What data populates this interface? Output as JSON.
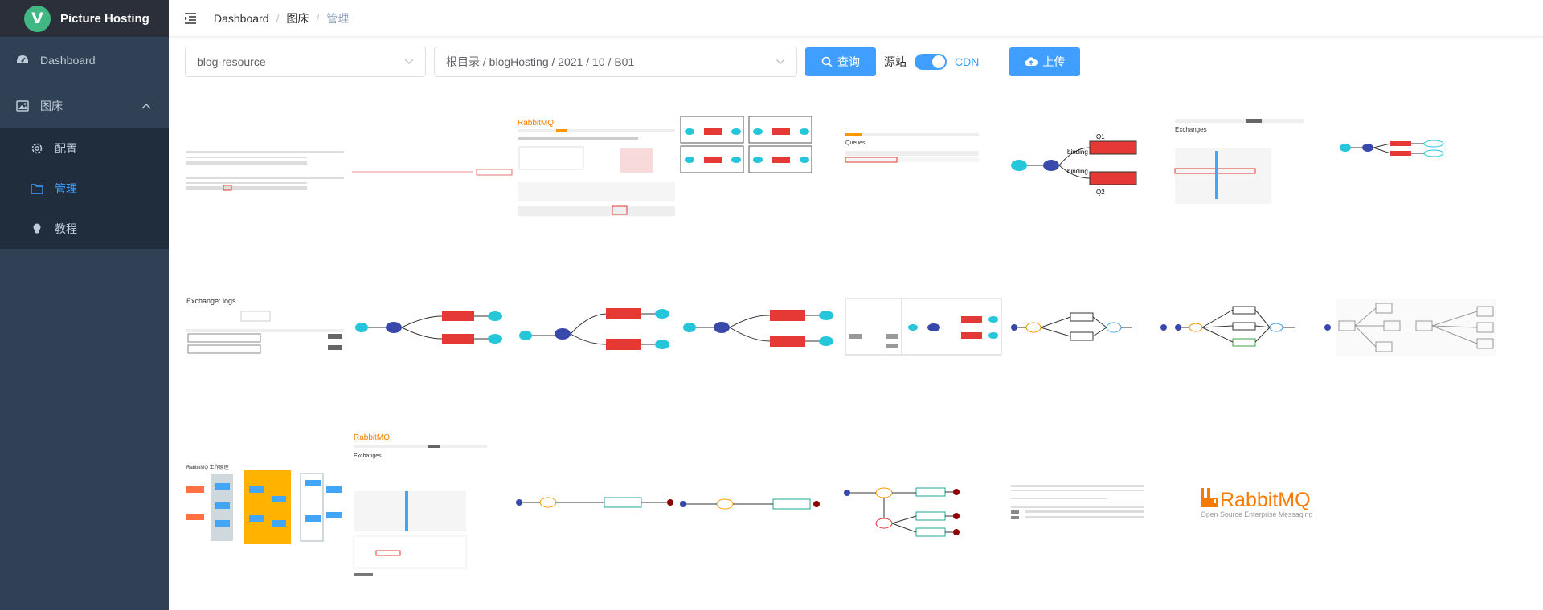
{
  "app": {
    "title": "Picture Hosting",
    "logo_letter": "V"
  },
  "sidebar": {
    "items": [
      {
        "label": "Dashboard",
        "icon": "dashboard-icon"
      },
      {
        "label": "图床",
        "icon": "picture-icon"
      }
    ],
    "sub_items": [
      {
        "label": "配置",
        "icon": "gear-icon"
      },
      {
        "label": "管理",
        "icon": "folder-icon"
      },
      {
        "label": "教程",
        "icon": "bulb-icon"
      }
    ]
  },
  "breadcrumb": [
    "Dashboard",
    "图床",
    "管理"
  ],
  "toolbar": {
    "bucket": "blog-resource",
    "path": "根目录 / blogHosting / 2021 / 10 / B01",
    "query_label": "查询",
    "origin_label": "源站",
    "cdn_label": "CDN",
    "upload_label": "上传"
  },
  "thumbnails": {
    "rabbit_header": "RabbitMQ",
    "rabbit_sub": "Open Source Enterprise Messaging",
    "exchange_logs": "Exchange: logs",
    "exchanges_title": "Exchanges",
    "queues_title": "Queues",
    "q1": "Q1",
    "q2": "Q2",
    "binding": "binding",
    "rabbit_work": "RabbitMQ 工作原理"
  },
  "colors": {
    "sidebar": "#304156",
    "sidebar_sub": "#1f2d3d",
    "accent": "#409eff",
    "logo": "#41b883",
    "queue_red": "#e53935"
  }
}
